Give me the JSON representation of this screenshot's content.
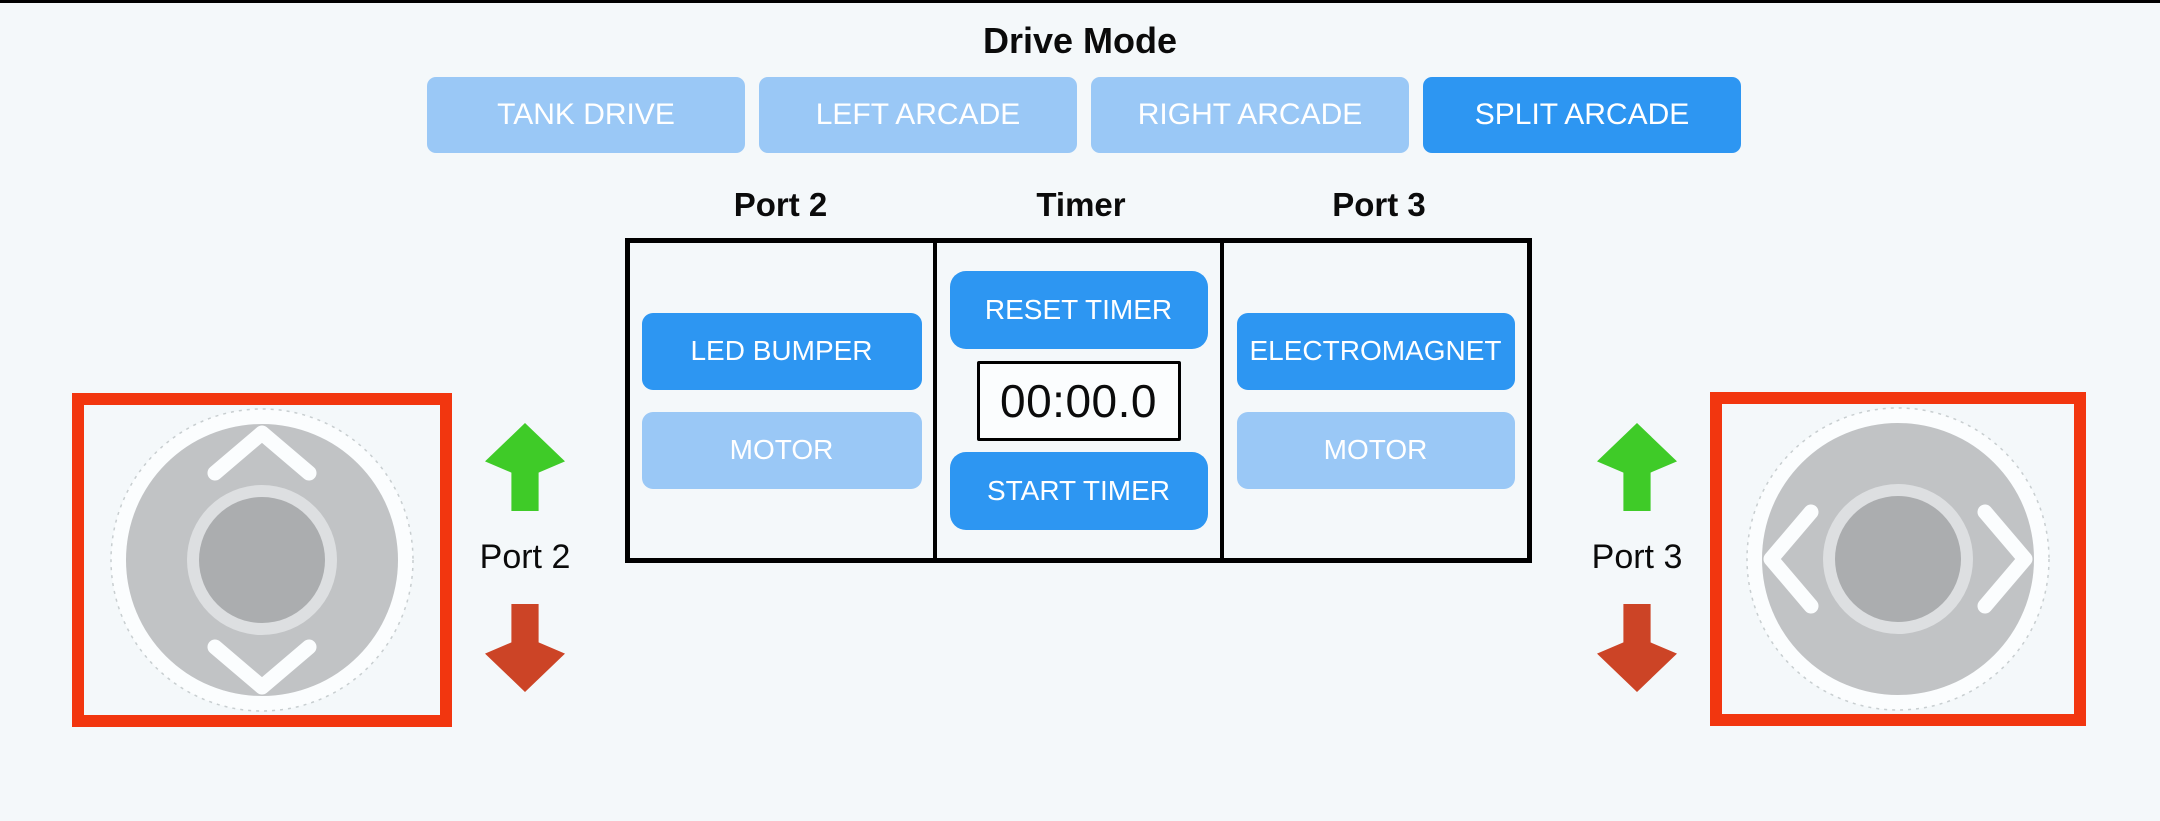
{
  "title": "Drive Mode",
  "drive_mode": {
    "options": [
      {
        "label": "TANK DRIVE",
        "active": false
      },
      {
        "label": "LEFT ARCADE",
        "active": false
      },
      {
        "label": "RIGHT ARCADE",
        "active": false
      },
      {
        "label": "SPLIT ARCADE",
        "active": true
      }
    ]
  },
  "panel": {
    "port2": {
      "header": "Port 2",
      "buttons": [
        {
          "label": "LED BUMPER",
          "active": true
        },
        {
          "label": "MOTOR",
          "active": false
        }
      ]
    },
    "timer": {
      "header": "Timer",
      "reset_label": "RESET TIMER",
      "value": "00:00.0",
      "start_label": "START TIMER"
    },
    "port3": {
      "header": "Port 3",
      "buttons": [
        {
          "label": "ELECTROMAGNET",
          "active": true
        },
        {
          "label": "MOTOR",
          "active": false
        }
      ]
    }
  },
  "left_control": {
    "label": "Port 2",
    "joystick_axis": "vertical",
    "indicators": [
      "green-up-arrow",
      "red-down-arrow"
    ]
  },
  "right_control": {
    "label": "Port 3",
    "joystick_axis": "horizontal",
    "indicators": [
      "green-up-arrow",
      "red-down-arrow"
    ]
  },
  "colors": {
    "background": "#F4F8FA",
    "active_blue": "#2D96F2",
    "inactive_blue": "#9AC8F6",
    "highlight_frame_red": "#F2360F",
    "arrow_green": "#3FCB28",
    "arrow_red": "#CC4426",
    "joystick_pad_gray": "#C1C3C5",
    "joystick_knob_gray": "#ABADAF"
  }
}
